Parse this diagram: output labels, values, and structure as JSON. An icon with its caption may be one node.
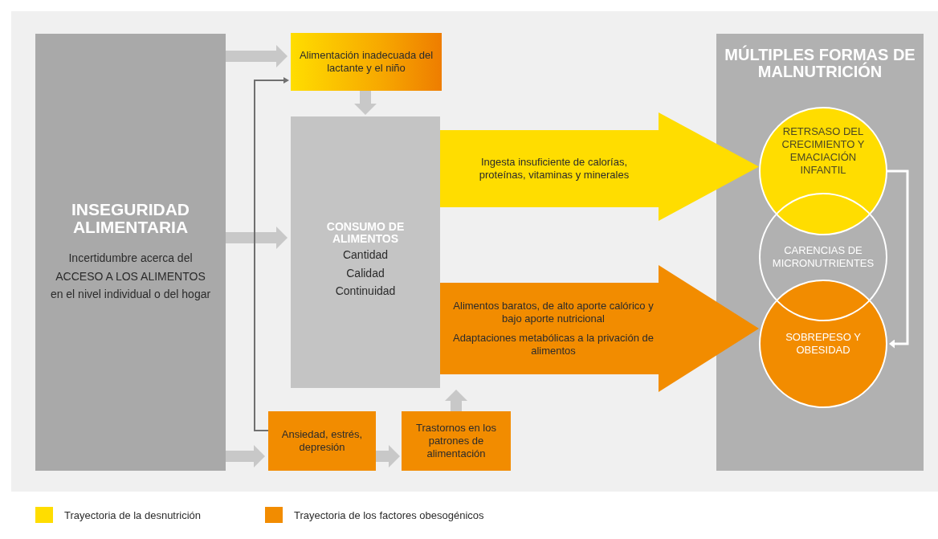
{
  "diagram": {
    "nodes": [
      {
        "text": [
          "INSEGURIDAD ALIMENTARIA",
          "Incertidumbre acerca del ACCESO A LOS ALIMENTOS en el nivel individual o del hogar"
        ]
      },
      {
        "text": [
          "Alimentación inadecuada del lactante y el niño"
        ]
      },
      {
        "text": [
          "CONSUMO DE ALIMENTOS",
          "Cantidad",
          "Calidad",
          "Continuidad"
        ]
      },
      {
        "text": [
          "Ansiedad, estrés, depresión"
        ]
      },
      {
        "text": [
          "Trastornos en los patrones de alimentación"
        ]
      },
      {
        "text": [
          "Ingesta insuficiente de calorías, proteínas, vitaminas y minerales"
        ]
      },
      {
        "text": [
          "Alimentos baratos, de alto aporte calórico y bajo aporte nutricional",
          "Adaptaciones metabólicas a la privación de alimentos"
        ]
      },
      {
        "text": [
          "MÚLTIPLES FORMAS DE MALNUTRICIÓN"
        ]
      },
      {
        "text": [
          "RETRSASO DEL CRECIMIENTO Y EMACIACIÓN INFANTIL"
        ],
        "in": 7
      },
      {
        "text": [
          "CARENCIAS DE MICRONUTRIENTES"
        ],
        "in": 7
      },
      {
        "text": [
          "SOBREPESO Y OBESIDAD"
        ],
        "in": 7
      }
    ],
    "edges": [
      {
        "from": 0,
        "to": 1,
        "arrow": "to"
      },
      {
        "from": 0,
        "to": 2,
        "arrow": "to"
      },
      {
        "from": 0,
        "to": 3,
        "arrow": "to"
      },
      {
        "from": 1,
        "to": 2,
        "arrow": "to"
      },
      {
        "from": 3,
        "to": 4,
        "arrow": "to"
      },
      {
        "from": 4,
        "to": 2,
        "arrow": "to"
      },
      {
        "from": 3,
        "to": 1,
        "arrow": "to",
        "color": "#707070"
      },
      {
        "from": 8,
        "to": 10,
        "arrow": "to",
        "color": "#ffffff"
      },
      {
        "from": 2,
        "to": 8,
        "arrow": "to",
        "style": "thick",
        "color": "#ffdd00"
      },
      {
        "from": 2,
        "to": 10,
        "arrow": "to",
        "style": "thick",
        "color": "#f28c00"
      }
    ],
    "legend": [
      {
        "text": "Trayectoria de la desnutrición",
        "color": "#ffdd00"
      },
      {
        "text": "Trayectoria de los factores obesogénicos",
        "color": "#f28c00"
      }
    ]
  }
}
